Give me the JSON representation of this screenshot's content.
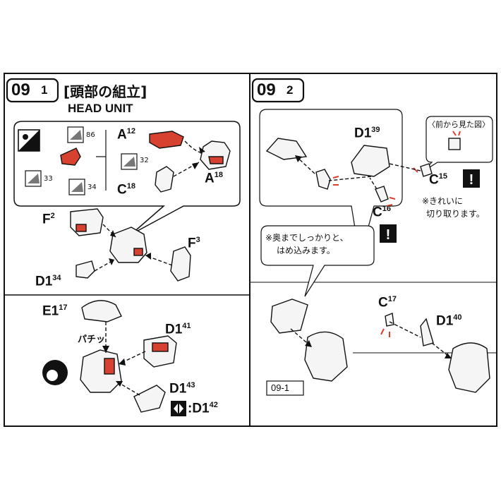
{
  "colors": {
    "paper": "#ffffff",
    "ink": "#111111",
    "panel_bg": "#f1f1f1",
    "red_part": "#d7412f",
    "frame_gray": "#9a9a9a"
  },
  "left_panel": {
    "step_main": "09",
    "step_sub": "1",
    "title_jp": "[頭部の組立]",
    "title_en": "HEAD UNIT",
    "callouts": {
      "seal_86": "86",
      "seal_32": "32",
      "seal_33": "33",
      "seal_34": "34"
    },
    "labels": {
      "a12": "A",
      "a12_num": "12",
      "a18": "A",
      "a18_num": "18",
      "c18": "C",
      "c18_num": "18",
      "f2": "F",
      "f2_num": "2",
      "f3": "F",
      "f3_num": "3",
      "d134": "D1",
      "d134_num": "34",
      "e117": "E1",
      "e117_num": "17",
      "d141": "D1",
      "d141_num": "41",
      "d143": "D1",
      "d143_num": "43",
      "d142": ":D1",
      "d142_num": "42",
      "snap": "パチッ"
    }
  },
  "right_panel": {
    "step_main": "09",
    "step_sub": "2",
    "front_view": "〈前から見た図〉",
    "labels": {
      "d139": "D1",
      "d139_num": "39",
      "c15": "C",
      "c15_num": "15",
      "c16": "C",
      "c16_num": "16",
      "c17": "C",
      "c17_num": "17",
      "d140": "D1",
      "d140_num": "40",
      "ref": "09-1"
    },
    "note_clean_1": "※きれいに",
    "note_clean_2": "切り取ります。",
    "note_press_1": "※奥までしっかりと、",
    "note_press_2": "はめ込みます。"
  }
}
